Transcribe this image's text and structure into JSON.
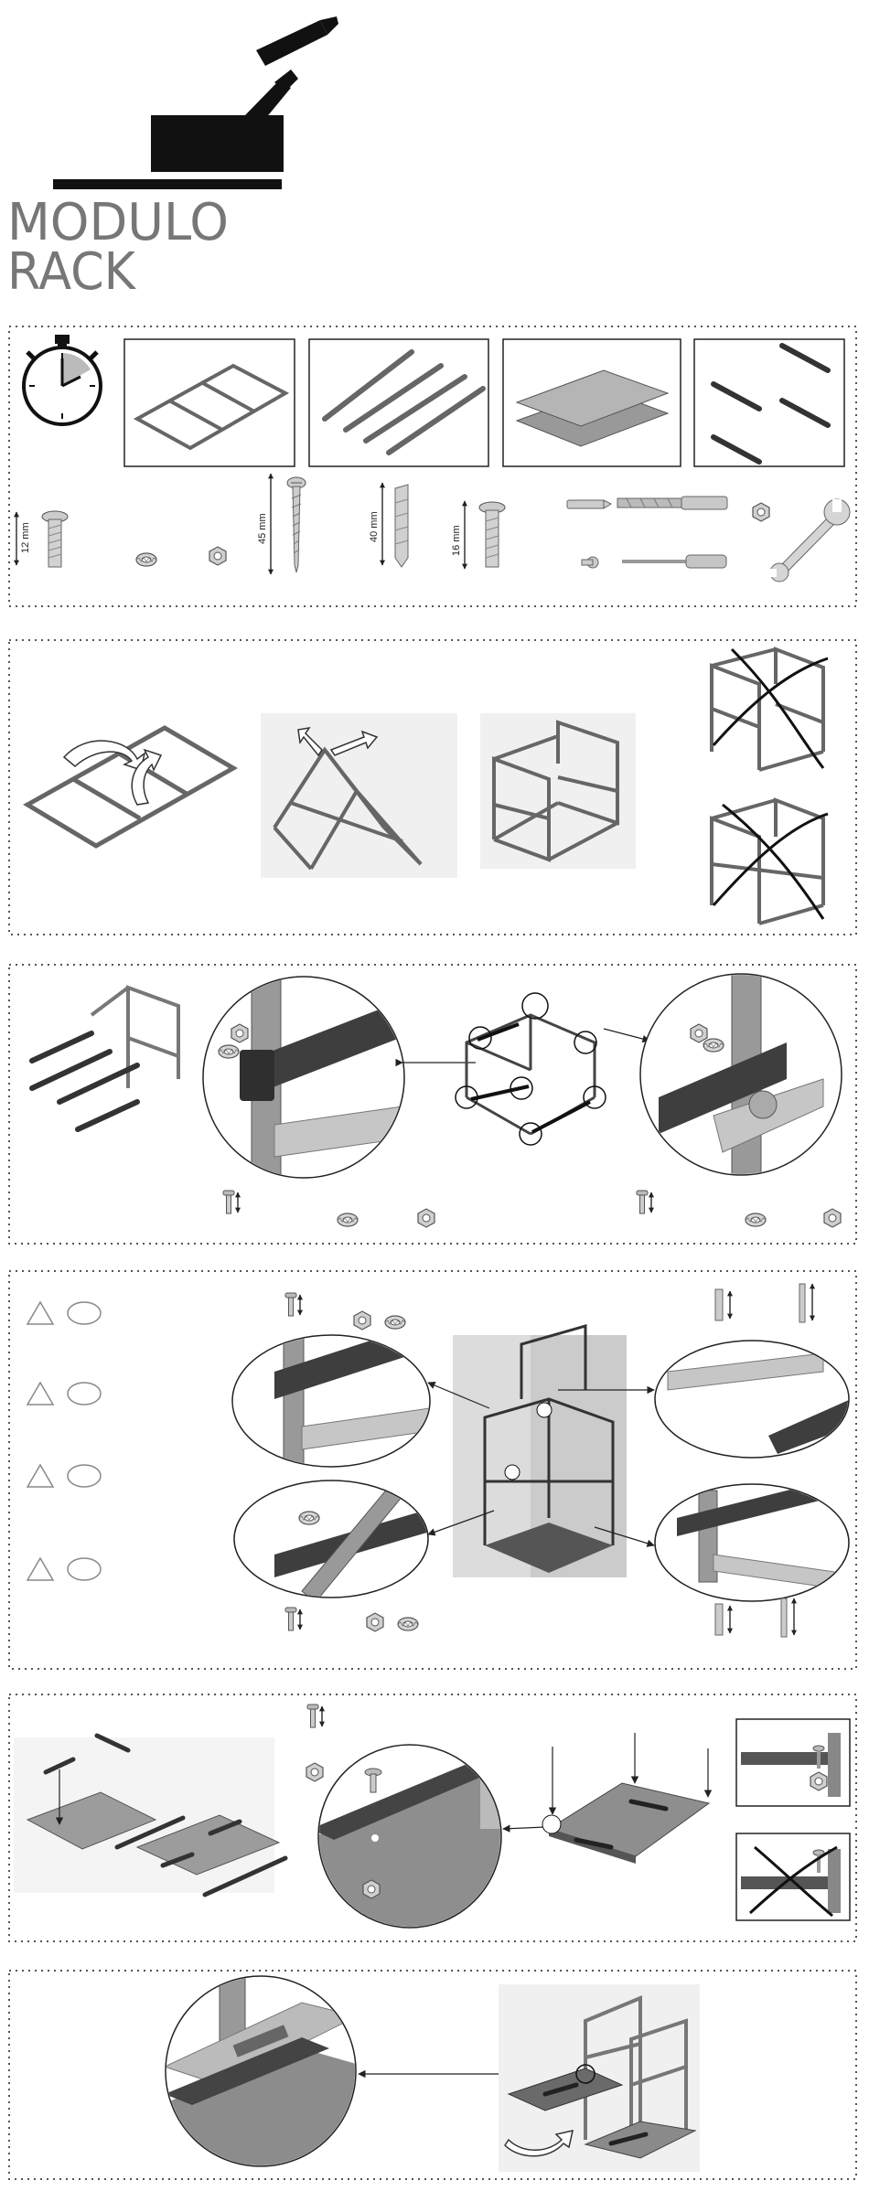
{
  "logo": {
    "line1": "MODULO",
    "line2": "RACK"
  },
  "colors": {
    "ink": "#111111",
    "frame_stroke": "#555555",
    "panel_fill": "#a9a9a9",
    "rail_fill": "#444444",
    "dotted_border": "#555555",
    "background_zone": "#dcdcdc",
    "logo_text": "#777777"
  },
  "hardware_labels": {
    "bolt_short": "12 mm",
    "screw": "45 mm",
    "anchor": "40 mm",
    "bolt_long": "16 mm"
  },
  "quantity_markers": {
    "rows": 4
  },
  "icons": [
    "stopwatch-icon",
    "bolt-icon",
    "lock-washer-icon",
    "hex-nut-icon",
    "wood-screw-icon",
    "wall-anchor-icon",
    "drill-bit-icon",
    "screwdriver-icon",
    "wrench-icon",
    "rotate-arrow-icon",
    "cross-out-icon",
    "magnifier-callout-icon",
    "down-arrow-icon"
  ]
}
